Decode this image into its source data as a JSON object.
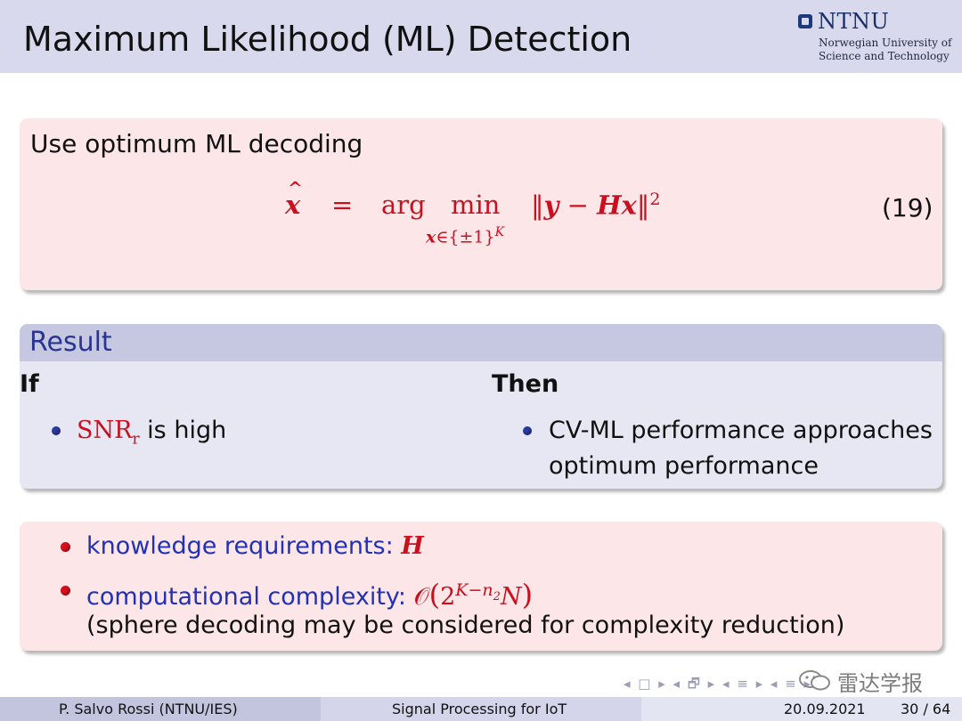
{
  "header": {
    "title": "Maximum Likelihood (ML) Detection",
    "logo": {
      "name": "NTNU",
      "subtitle_line1": "Norwegian University of",
      "subtitle_line2": "Science and Technology"
    }
  },
  "ml_box": {
    "intro": "Use optimum ML decoding",
    "equation": {
      "lhs": "x",
      "hat": "^",
      "equals": "=",
      "arg": "arg",
      "min": "min",
      "constraint_var": "x",
      "constraint_set": "∈{±1}",
      "constraint_exp": "K",
      "norm_open": "‖",
      "y": "y",
      "minus": " − ",
      "H": "H",
      "x": "x",
      "norm_close": "‖",
      "power": "2"
    },
    "equation_number": "(19)"
  },
  "result_box": {
    "title": "Result",
    "if_header": "If",
    "then_header": "Then",
    "if_item": {
      "snr": "SNR",
      "snr_sub": "r",
      "text": " is high"
    },
    "then_item": {
      "line1": "CV-ML performance approaches",
      "line2": "optimum performance"
    }
  },
  "requirements_box": {
    "item1": {
      "label": "knowledge requirements:",
      "value": "H"
    },
    "item2": {
      "label": "computational complexity:",
      "big_o": "𝒪",
      "open": "(",
      "base": "2",
      "exponent": "K−n",
      "exponent_sub": "2",
      "tail": "N",
      "close": ")",
      "note": "(sphere decoding may be considered for complexity reduction)"
    }
  },
  "navigation": {
    "symbols": "◂ □ ▸ ◂ 🗗 ▸ ◂ ≡ ▸ ◂ ≡ ▸"
  },
  "watermark": {
    "text": "雷达学报"
  },
  "footer": {
    "author": "P. Salvo Rossi  (NTNU/IES)",
    "course": "Signal Processing for IoT",
    "date": "20.09.2021",
    "page": "30 / 64"
  },
  "colors": {
    "header_bg": "#d8d9ec",
    "result_head_bg": "#c6c8e2",
    "result_title": "#2a3590",
    "math_red": "#c8101f",
    "label_blue": "#2231b3",
    "red_box_bg": "#fde6e8",
    "blue_box_bg": "#e6e7f2"
  },
  "icons": {
    "logo": "ntnu-logo-icon",
    "bullet_if": "blue-bullet-icon",
    "bullet_req": "red-bullet-icon",
    "watermark": "wechat-icon"
  }
}
